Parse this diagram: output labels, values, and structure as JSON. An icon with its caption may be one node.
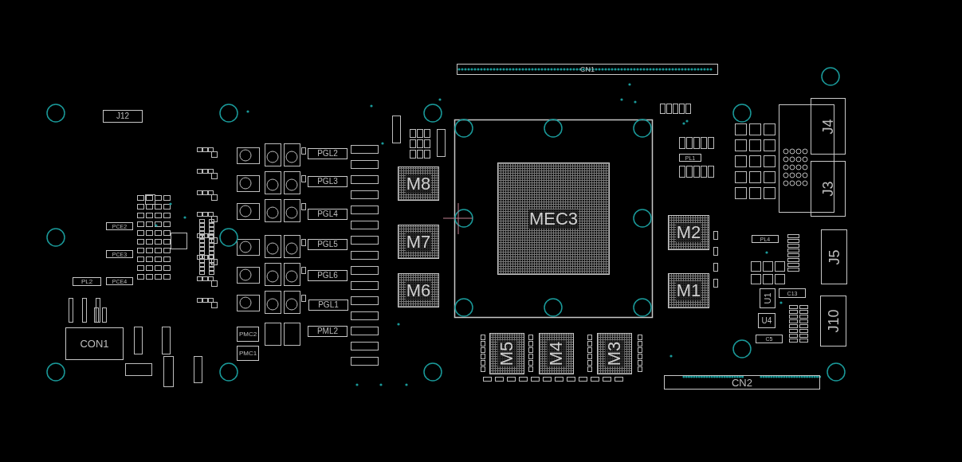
{
  "diagram": {
    "nodes": [
      {
        "text": [
          "CN1"
        ]
      },
      {
        "text": [
          "J12"
        ]
      },
      {
        "text": [
          "PCE2"
        ]
      },
      {
        "text": [
          "PCE3"
        ]
      },
      {
        "text": [
          "PL2"
        ]
      },
      {
        "text": [
          "PCE4"
        ]
      },
      {
        "text": [
          "CON1"
        ]
      },
      {
        "text": [
          "PGL2"
        ]
      },
      {
        "text": [
          "PGL3"
        ]
      },
      {
        "text": [
          "PGL4"
        ]
      },
      {
        "text": [
          "PGL5"
        ]
      },
      {
        "text": [
          "PGL6"
        ]
      },
      {
        "text": [
          "PGL1"
        ]
      },
      {
        "text": [
          "PMC2"
        ]
      },
      {
        "text": [
          "PMC1"
        ]
      },
      {
        "text": [
          "PML2"
        ]
      },
      {
        "text": [
          "M8"
        ]
      },
      {
        "text": [
          "M7"
        ]
      },
      {
        "text": [
          "M6"
        ]
      },
      {
        "text": [
          "MEC3"
        ]
      },
      {
        "text": [
          "M5"
        ]
      },
      {
        "text": [
          "M4"
        ]
      },
      {
        "text": [
          "M3"
        ]
      },
      {
        "text": [
          "PL1"
        ]
      },
      {
        "text": [
          "M2"
        ]
      },
      {
        "text": [
          "M1"
        ]
      },
      {
        "text": [
          "J4"
        ]
      },
      {
        "text": [
          "J3"
        ]
      },
      {
        "text": [
          "PL4"
        ]
      },
      {
        "text": [
          "J5"
        ]
      },
      {
        "text": [
          "C13"
        ]
      },
      {
        "text": [
          "U1"
        ]
      },
      {
        "text": [
          "U4"
        ]
      },
      {
        "text": [
          "C5"
        ]
      },
      {
        "text": [
          "J10"
        ]
      },
      {
        "text": [
          "CN2"
        ]
      }
    ]
  }
}
